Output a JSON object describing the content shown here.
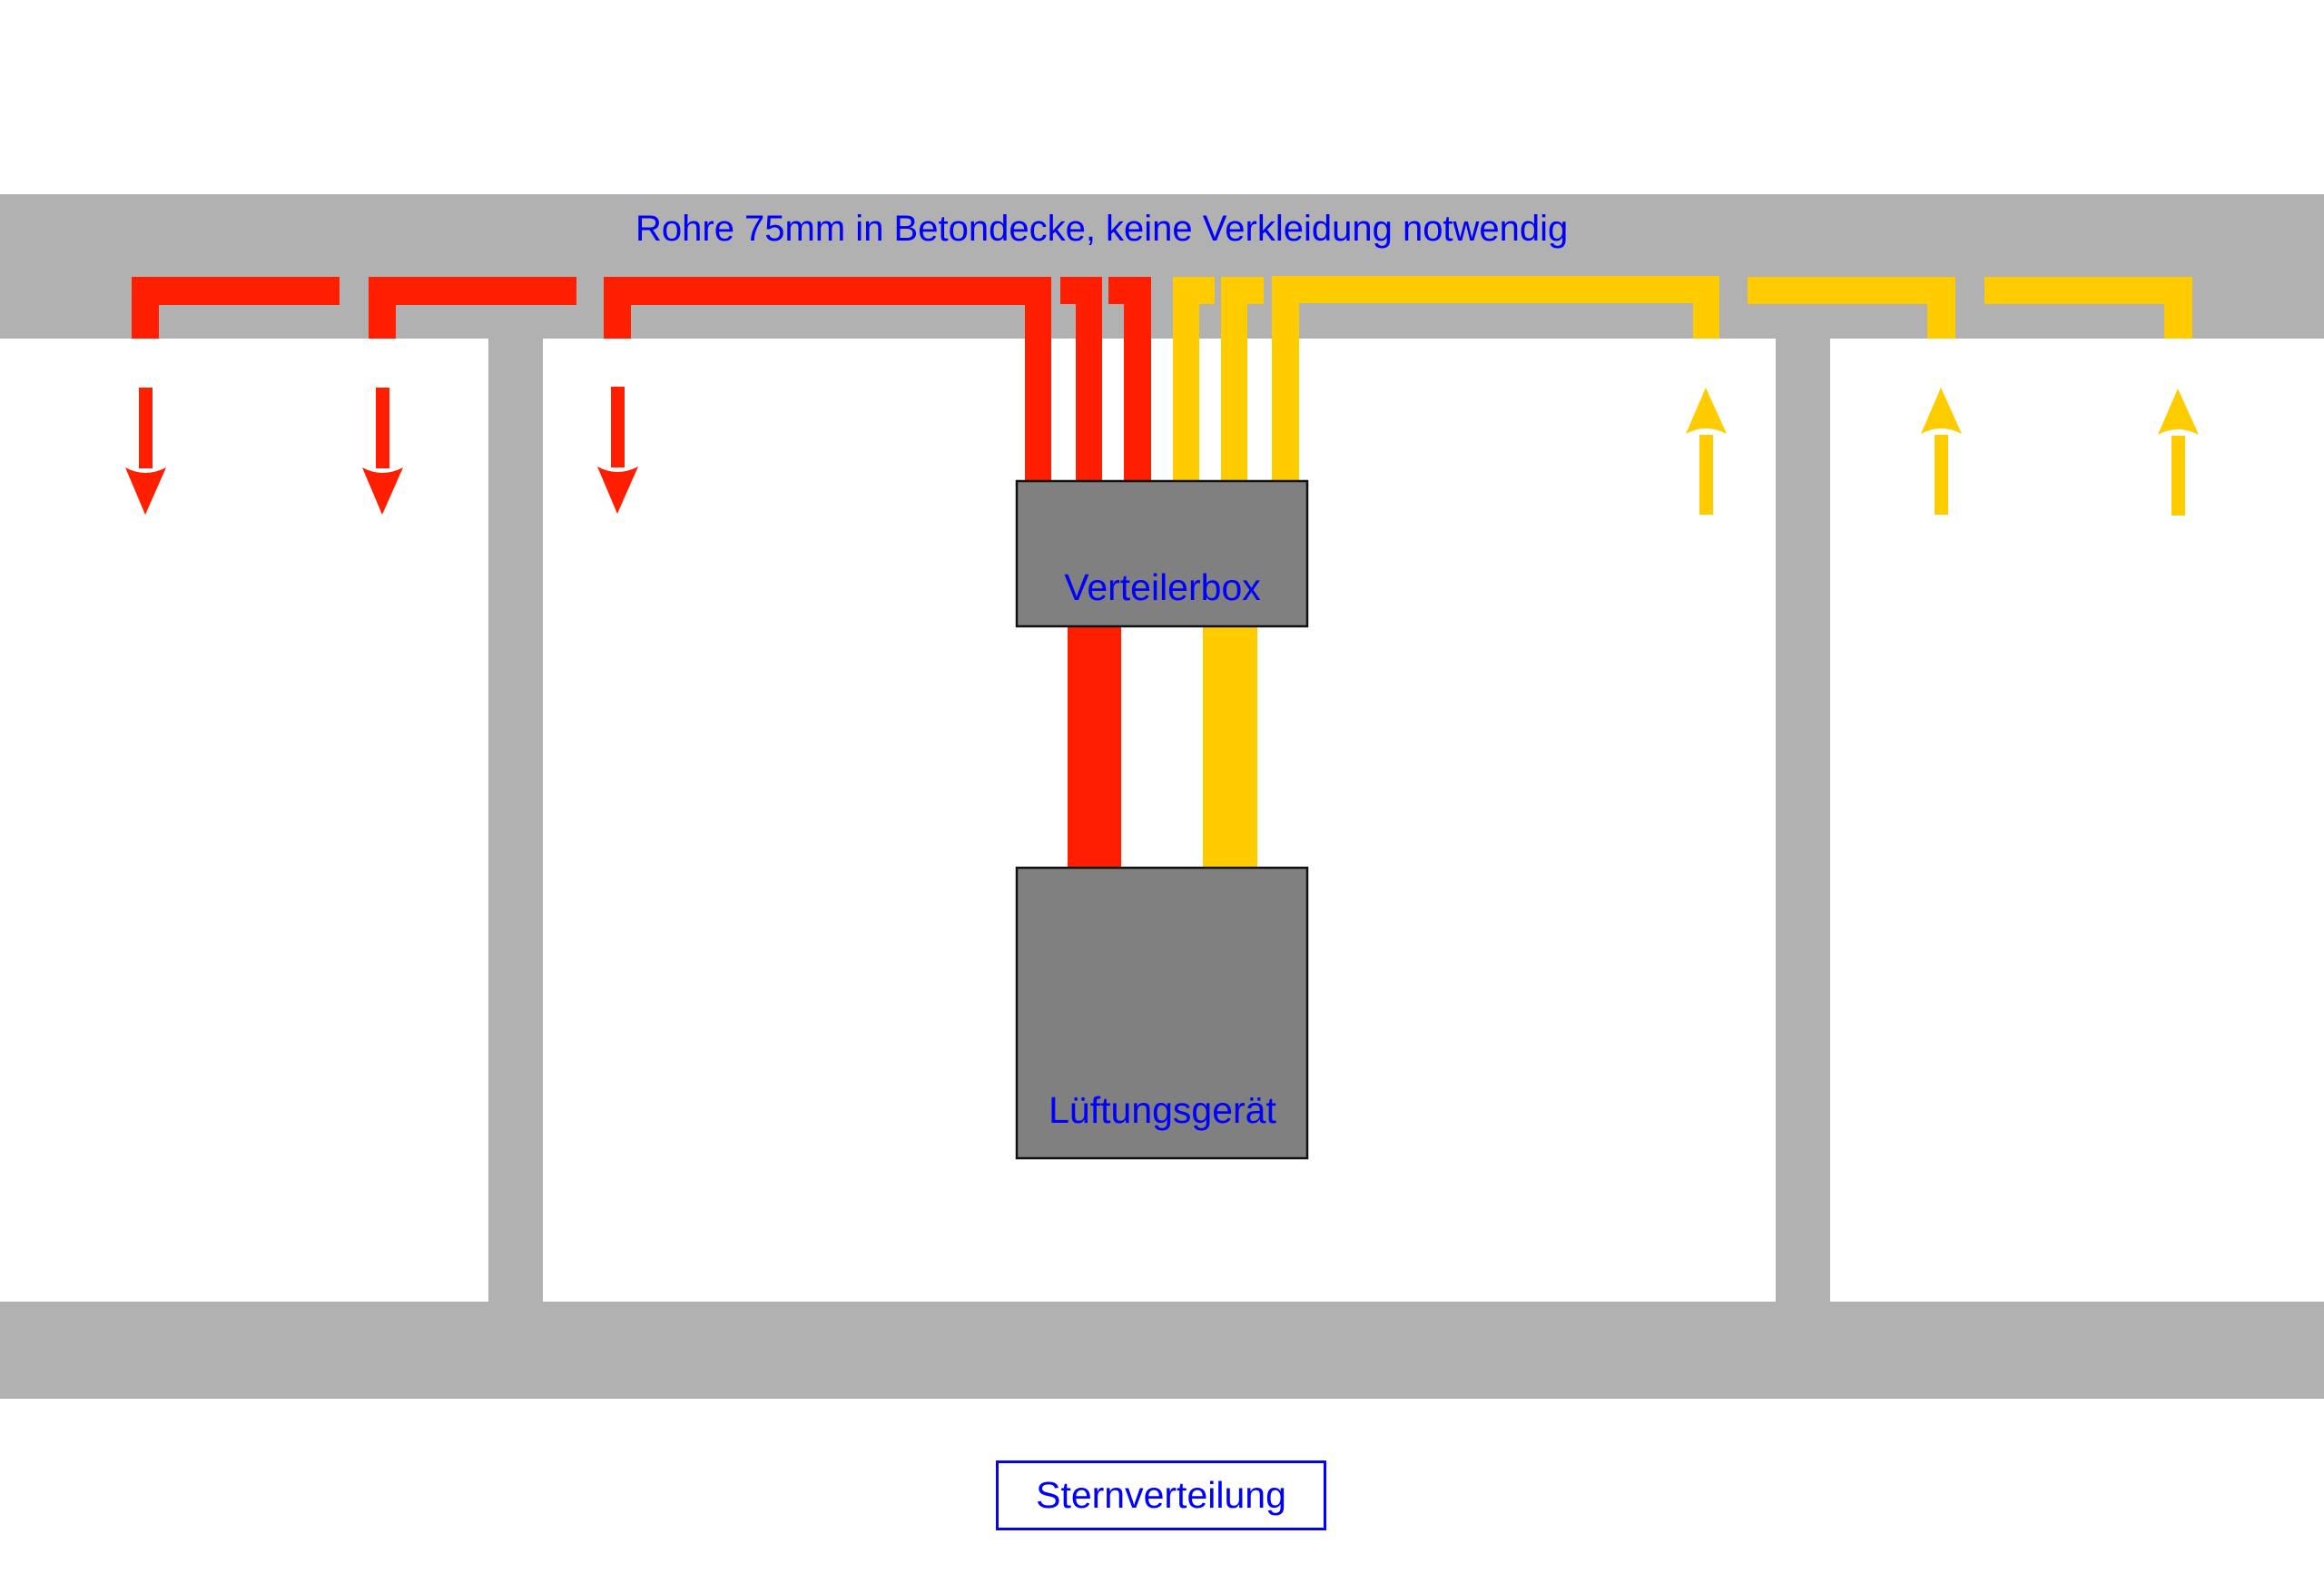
{
  "diagram": {
    "ceiling_label": "Rohre 75mm in Betondecke, keine Verkleidung notwendig",
    "distribution_box_label": "Verteilerbox",
    "ventilation_unit_label": "Lüftungsgerät",
    "caption": "Sternverteilung"
  },
  "colors": {
    "supply_pipe": "#FF1E00",
    "exhaust_pipe": "#FFCC00",
    "concrete": "#B1B1B1",
    "equipment": "#808080",
    "label_text": "#0000FF"
  },
  "legend": {
    "supply_outlets": 3,
    "exhaust_inlets": 3,
    "supply_direction": "arrow-down",
    "exhaust_direction": "arrow-up"
  }
}
